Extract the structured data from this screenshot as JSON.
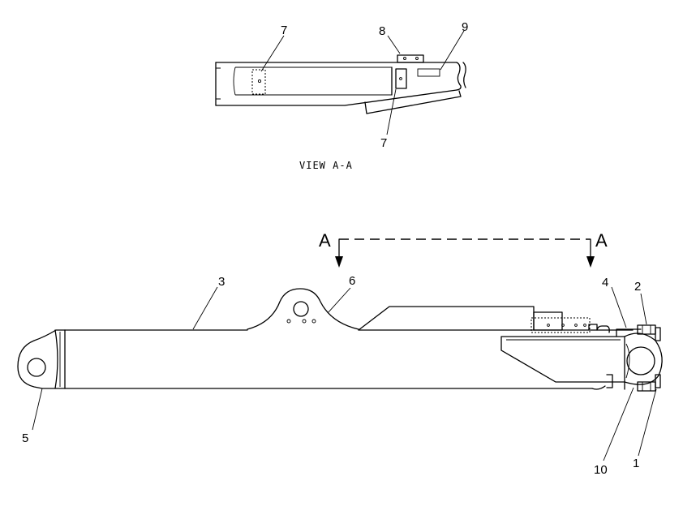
{
  "view_label": "VIEW A-A",
  "section_marker": "A",
  "callouts": {
    "top_7a": "7",
    "top_8": "8",
    "top_9": "9",
    "top_7b": "7",
    "main_3": "3",
    "main_6": "6",
    "main_4": "4",
    "main_2": "2",
    "main_5": "5",
    "main_10": "10",
    "main_1": "1"
  }
}
